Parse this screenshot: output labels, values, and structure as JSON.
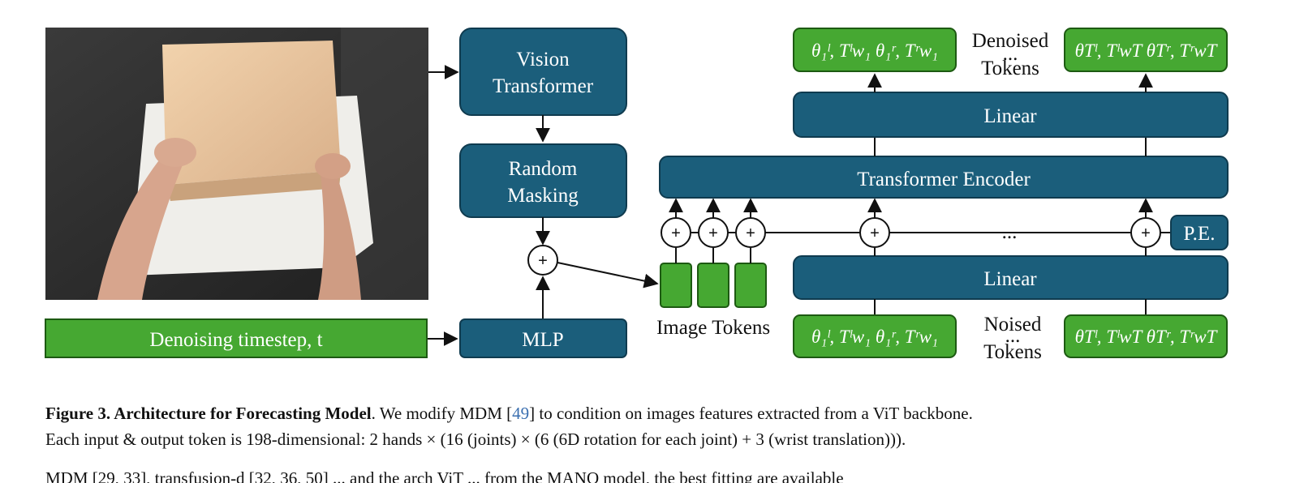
{
  "diagram": {
    "vision_transformer": [
      "Vision",
      "Transformer"
    ],
    "random_masking": [
      "Random",
      "Masking"
    ],
    "mlp": "MLP",
    "timestep": "Denoising timestep, t",
    "image_tokens": "Image Tokens",
    "transformer_encoder": "Transformer Encoder",
    "linear_top": "Linear",
    "linear_bottom": "Linear",
    "pe": "P.E.",
    "ellipsis": "...",
    "plus": "+",
    "denoised_tokens": [
      "Denoised",
      "Tokens"
    ],
    "noised_tokens": [
      "Noised",
      "Tokens"
    ],
    "token_first": "θ₁ˡ, Tˡw₁ θ₁ʳ, Tʳw₁",
    "token_last": "θTˡ, TˡwT θTʳ, TʳwT",
    "colors": {
      "blue": "#1b5e7b",
      "green": "#46a832"
    }
  },
  "caption": {
    "label": "Figure 3. Architecture for Forecasting Model",
    "text_a": ". We modify MDM [",
    "ref": "49",
    "text_b": "] to condition on images features extracted from a ViT backbone.",
    "line2": "Each input & output token is 198-dimensional: 2 hands × (16 (joints) × (6 (6D rotation for each joint) + 3 (wrist translation)))."
  },
  "body_fragment": "MDM [29, 33], transfusion-d [32, 36, 50] ... and the arch ViT ... from the MANO model, the best fitting are available"
}
